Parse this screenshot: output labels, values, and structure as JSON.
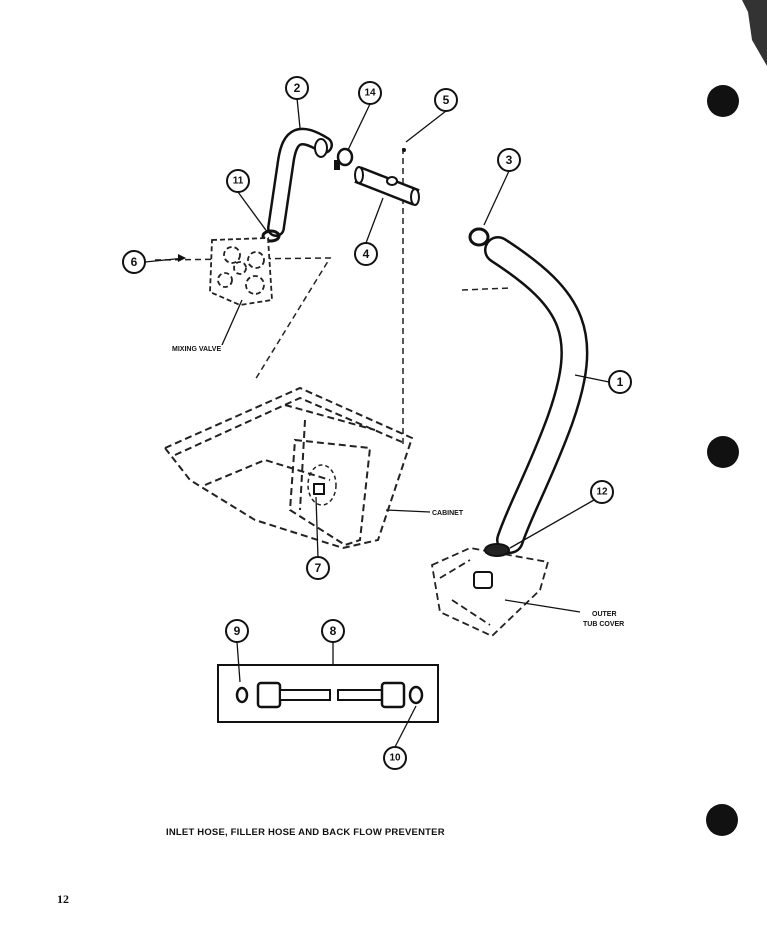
{
  "diagram": {
    "caption": "INLET HOSE, FILLER HOSE AND BACK FLOW PREVENTER",
    "page_number": "12",
    "labels": {
      "mixing_valve": "MIXING VALVE",
      "cabinet": "CABINET",
      "outer_tub_cover_line1": "OUTER",
      "outer_tub_cover_line2": "TUB COVER"
    },
    "callouts": [
      "1",
      "2",
      "3",
      "4",
      "5",
      "6",
      "7",
      "8",
      "9",
      "10",
      "11",
      "12",
      "14"
    ]
  }
}
